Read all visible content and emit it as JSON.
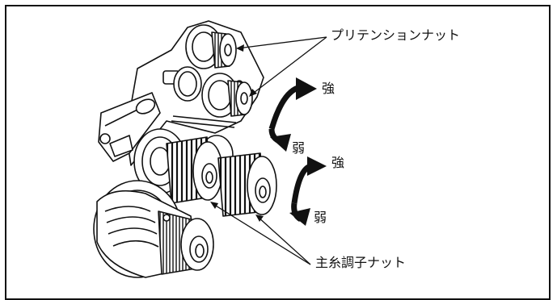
{
  "labels": {
    "pretension_nut": "プリテンションナット",
    "main_tension_nut": "主糸調子ナット",
    "upper_strong": "強",
    "upper_weak": "弱",
    "lower_strong": "強",
    "lower_weak": "弱"
  },
  "colors": {
    "line": "#111111",
    "background": "#ffffff"
  }
}
